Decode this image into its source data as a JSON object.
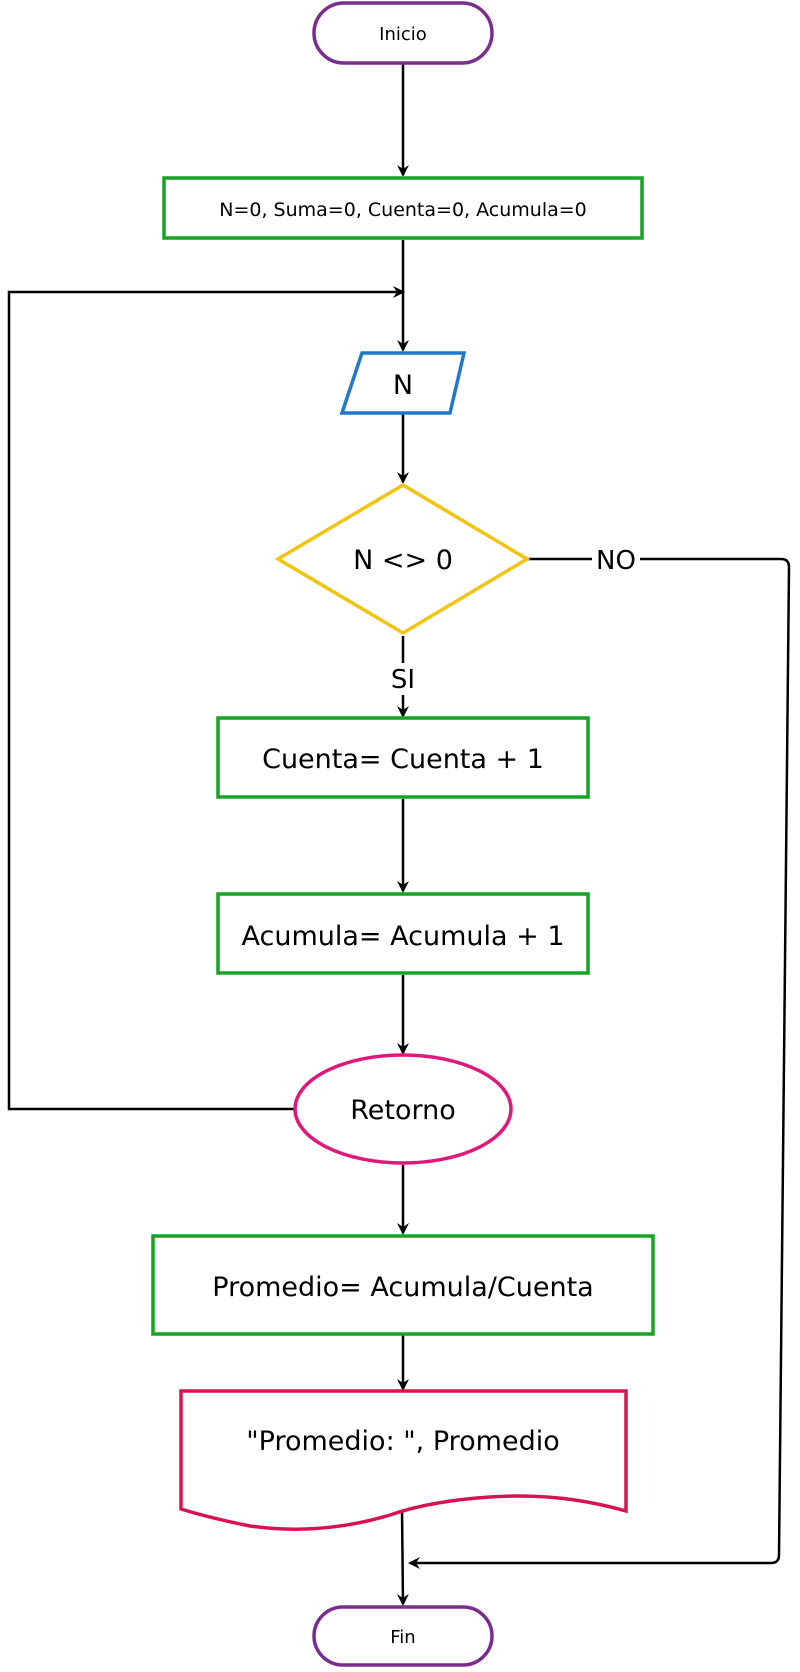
{
  "nodes": {
    "start": "Inicio",
    "init": "N=0, Suma=0, Cuenta=0, Acumula=0",
    "input": "N",
    "decision": "N <> 0",
    "count": "Cuenta= Cuenta + 1",
    "accumulate": "Acumula= Acumula + 1",
    "return": "Retorno",
    "average": "Promedio= Acumula/Cuenta",
    "output": "\"Promedio: \", Promedio",
    "end": "Fin"
  },
  "edge_labels": {
    "yes": "SI",
    "no": "NO"
  },
  "colors": {
    "terminal": "#7b2d8e",
    "process": "#17a324",
    "io": "#1f78c8",
    "decision": "#f2c40f",
    "connector": "#e0187c",
    "document": "#d8134f",
    "line": "#000000"
  }
}
